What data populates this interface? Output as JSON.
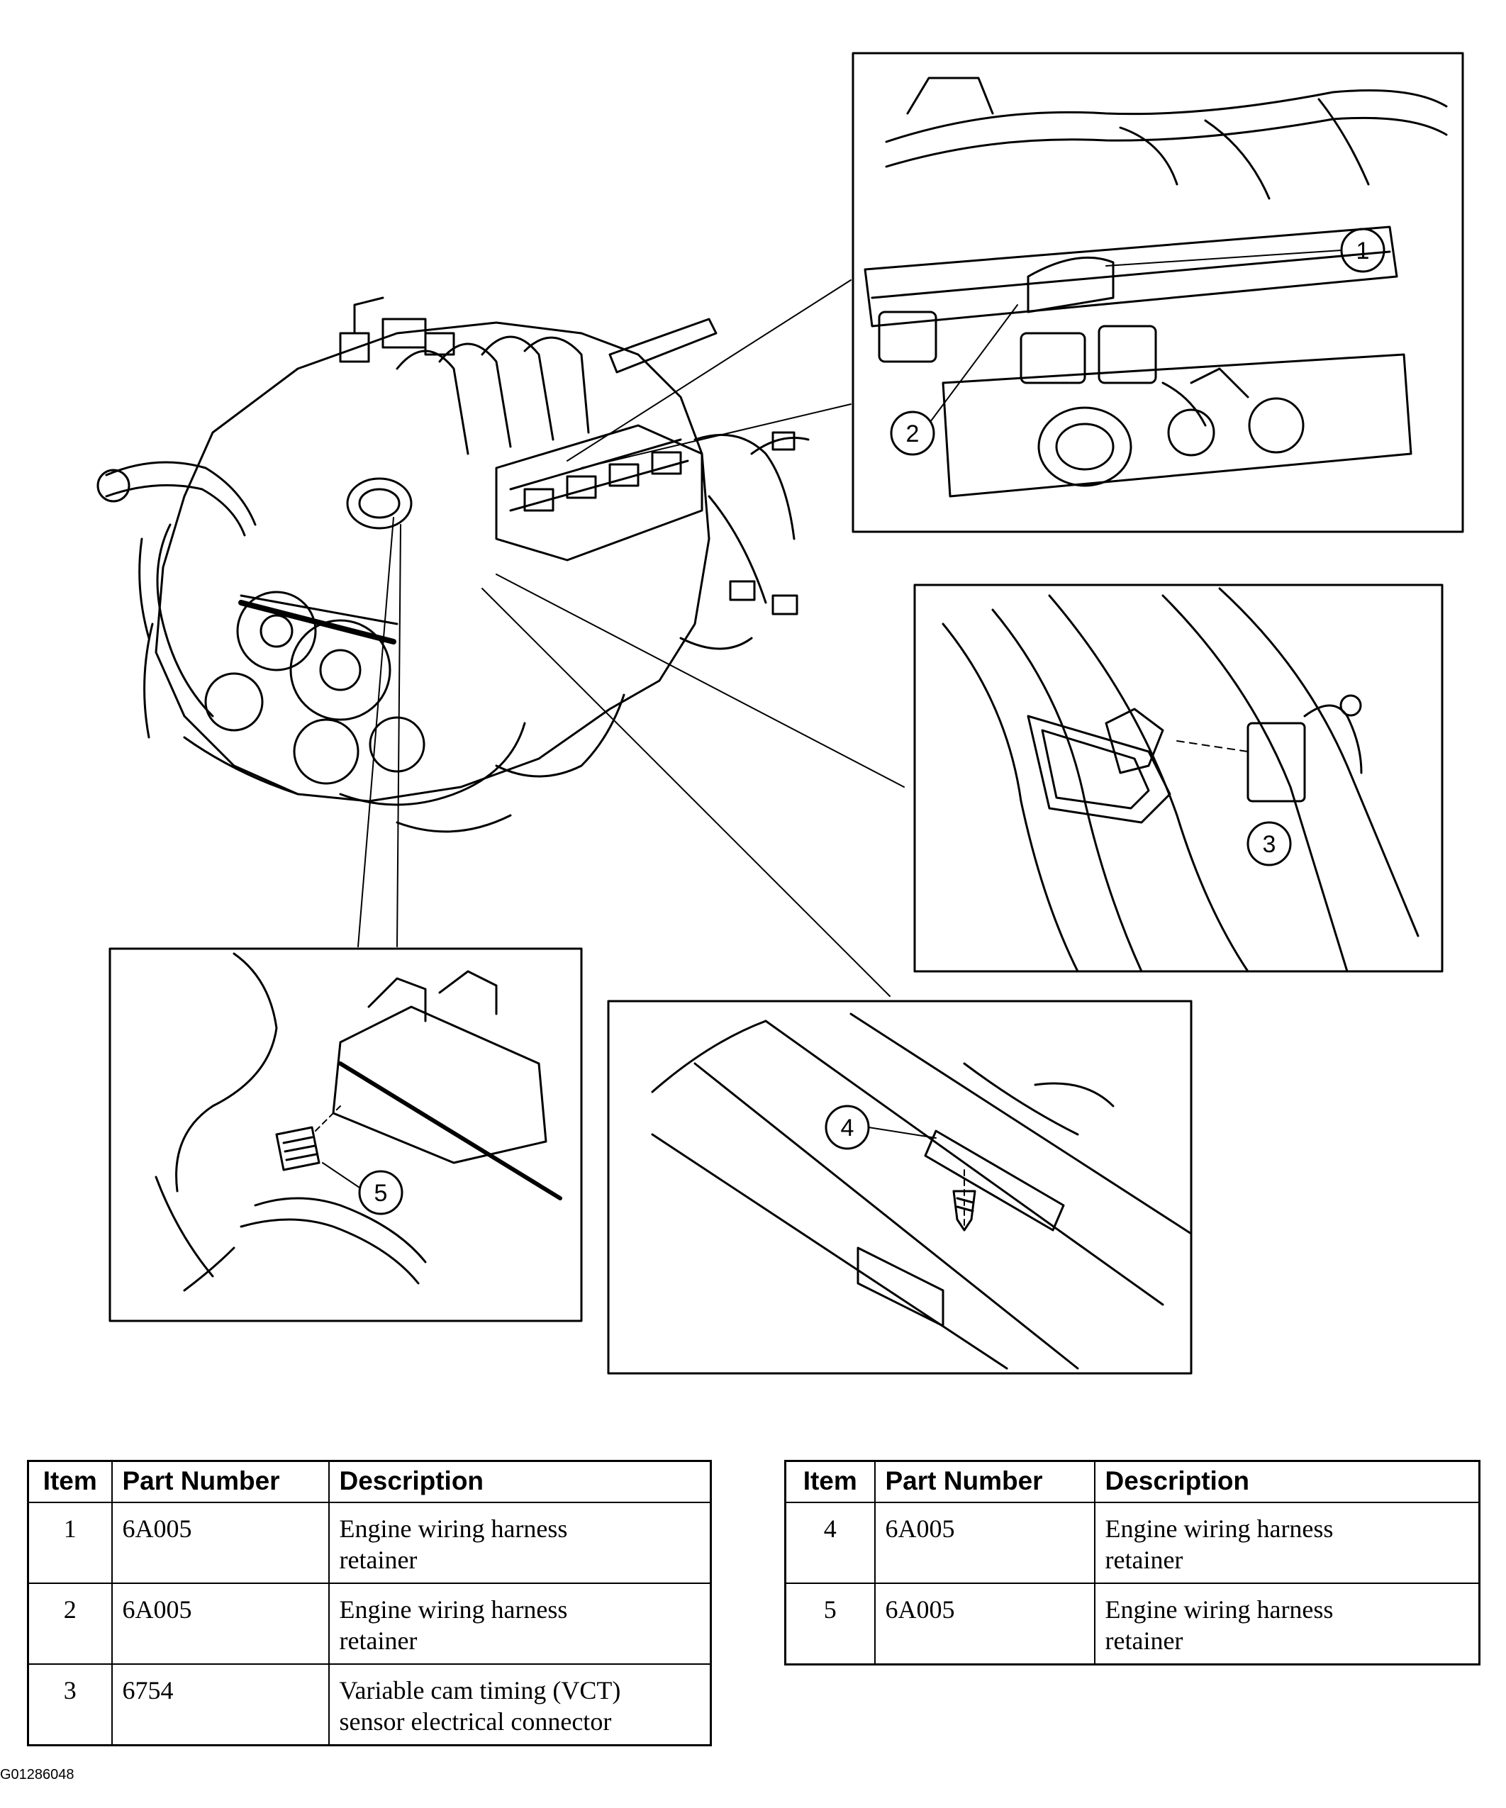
{
  "callouts": [
    "1",
    "2",
    "3",
    "4",
    "5"
  ],
  "tables": {
    "headers": {
      "item": "Item",
      "part_number": "Part Number",
      "description": "Description"
    },
    "left": [
      {
        "item": "1",
        "part_number": "6A005",
        "description_line1": "Engine wiring harness",
        "description_line2": "retainer"
      },
      {
        "item": "2",
        "part_number": "6A005",
        "description_line1": "Engine wiring harness",
        "description_line2": "retainer"
      },
      {
        "item": "3",
        "part_number": "6754",
        "description_line1": "Variable cam timing (VCT)",
        "description_line2": "sensor electrical connector"
      }
    ],
    "right": [
      {
        "item": "4",
        "part_number": "6A005",
        "description_line1": "Engine wiring harness",
        "description_line2": "retainer"
      },
      {
        "item": "5",
        "part_number": "6A005",
        "description_line1": "Engine wiring harness",
        "description_line2": "retainer"
      }
    ]
  },
  "figure_id": "G01286048"
}
